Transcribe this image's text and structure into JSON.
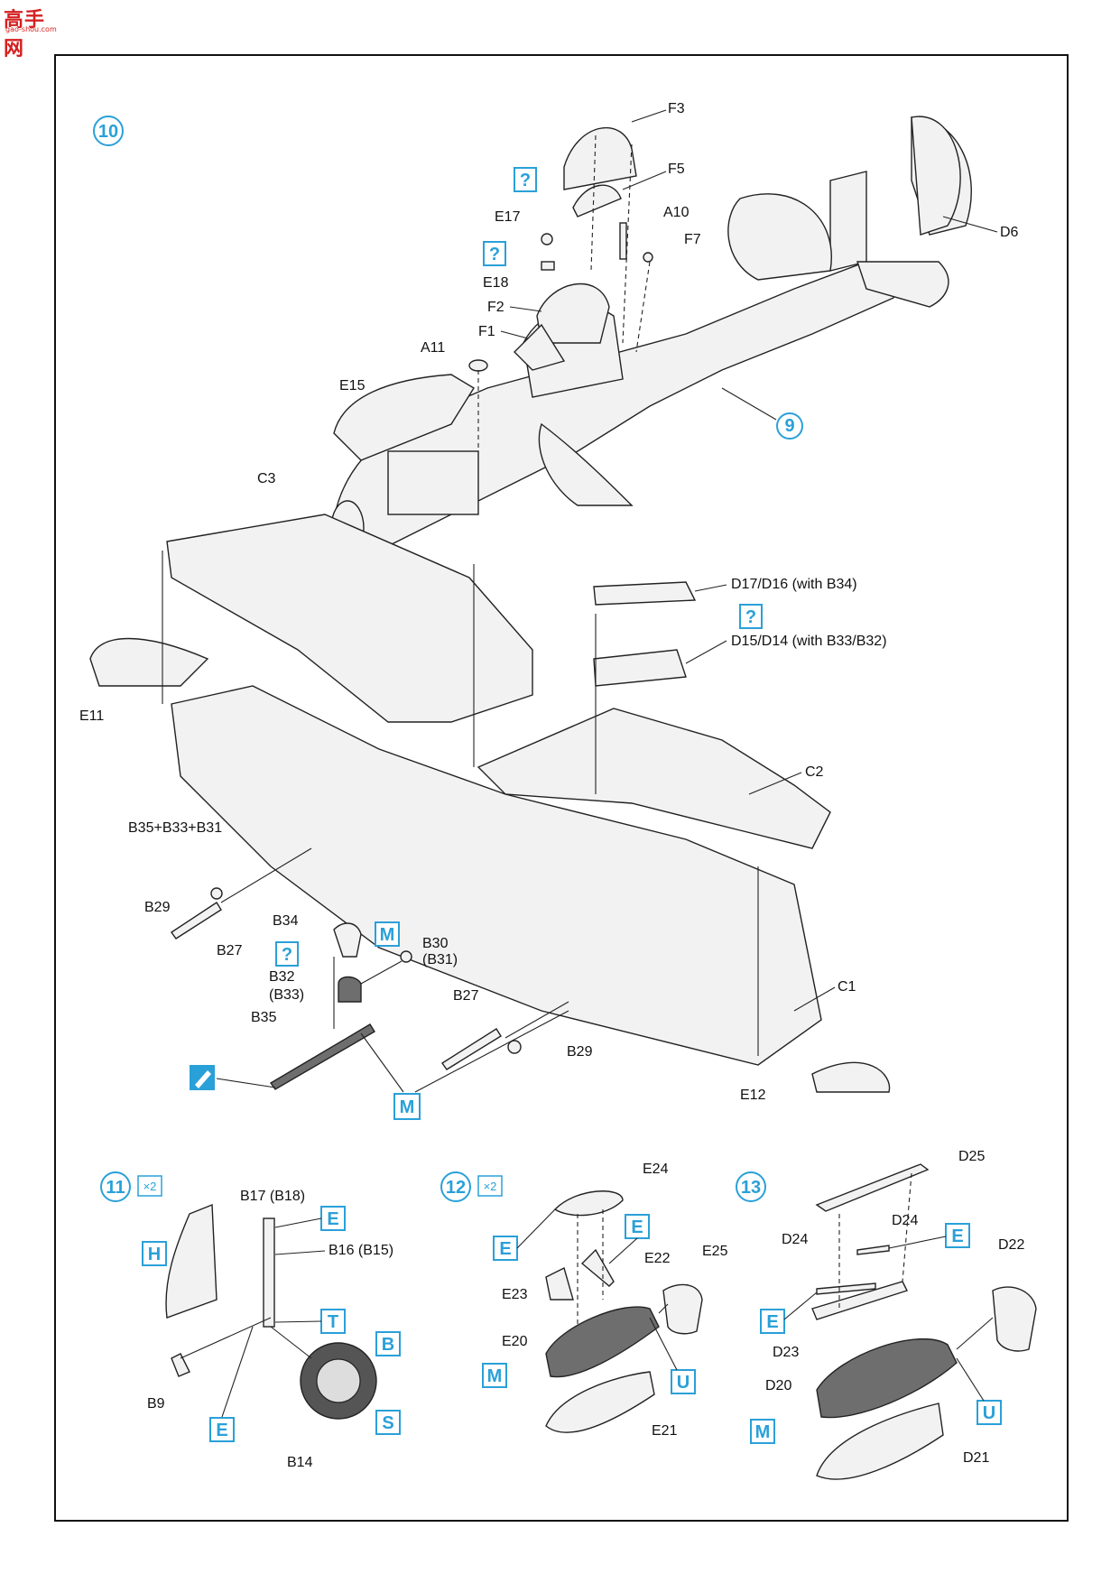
{
  "watermark": {
    "text": "高手网",
    "sub": "gao-shou.com"
  },
  "steps": {
    "s10": "10",
    "s11": "11",
    "s12": "12",
    "s13": "13",
    "s9": "9"
  },
  "multipliers": {
    "m11": "×2",
    "m12": "×2"
  },
  "colors": {
    "accent": "#2aa0d8",
    "ink": "#111111",
    "part_fill": "#f2f2f2",
    "dark_part": "#6e6e6e"
  },
  "labels": {
    "F3": "F3",
    "F5": "F5",
    "A10": "A10",
    "F7": "F7",
    "E17": "E17",
    "E18": "E18",
    "F2": "F2",
    "F1": "F1",
    "A11": "A11",
    "E15": "E15",
    "D6": "D6",
    "C3": "C3",
    "D17": "D17/D16 (with B34)",
    "D15": "D15/D14 (with B33/B32)",
    "E11": "E11",
    "C2": "C2",
    "B35_B33_B31": "B35+B33+B31",
    "B29a": "B29",
    "B27a": "B27",
    "B34": "B34",
    "B32": "B32",
    "B33": "(B33)",
    "B30": "B30",
    "B31": "(B31)",
    "B35": "B35",
    "B27b": "B27",
    "B29b": "B29",
    "C1": "C1",
    "E12": "E12",
    "B17": "B17 (B18)",
    "B16": "B16 (B15)",
    "B9": "B9",
    "B14": "B14",
    "E24": "E24",
    "E22": "E22",
    "E25": "E25",
    "E23": "E23",
    "E20": "E20",
    "E21": "E21",
    "D25": "D25",
    "D24a": "D24",
    "D24b": "D24",
    "D22": "D22",
    "D23": "D23",
    "D20": "D20",
    "D21": "D21"
  },
  "boxes": {
    "q1": "?",
    "q2": "?",
    "q3": "?",
    "q4": "?",
    "M1": "M",
    "M2": "M",
    "M3": "M",
    "M4": "M",
    "E1": "E",
    "E2": "E",
    "E3": "E",
    "E4": "E",
    "E5": "E",
    "E6": "E",
    "H": "H",
    "T": "T",
    "B": "B",
    "S": "S",
    "U1": "U",
    "U2": "U"
  },
  "icons": {
    "paint": "paint-brush-icon"
  }
}
